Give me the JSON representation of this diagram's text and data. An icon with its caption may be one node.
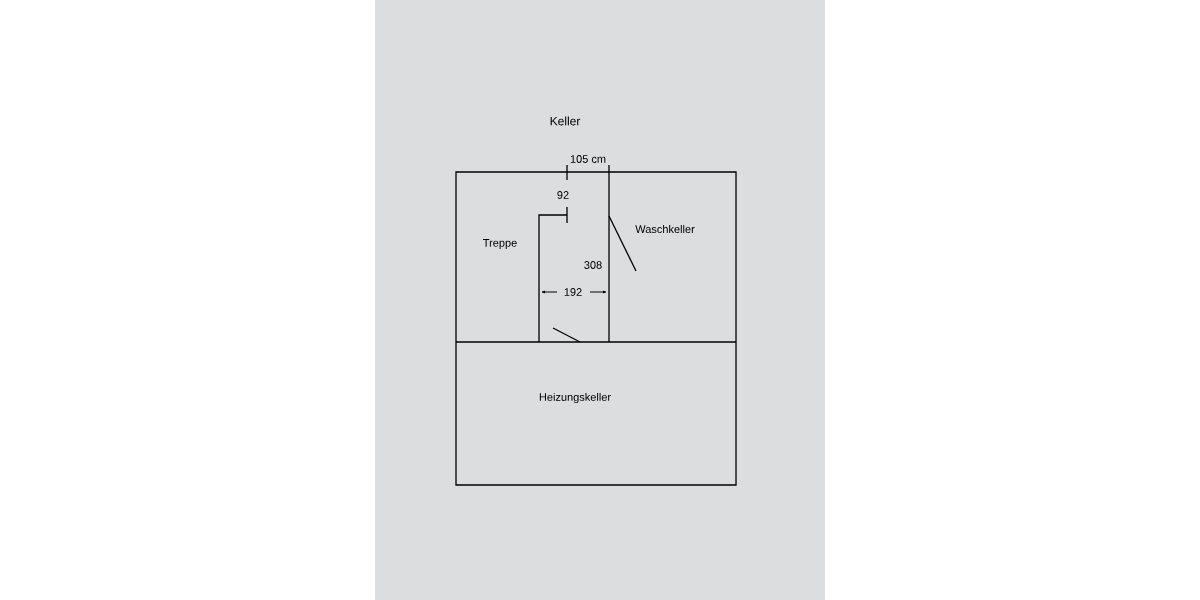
{
  "diagram": {
    "title": "Keller",
    "labels": [
      "105 cm",
      "92",
      "Treppe",
      "Waschkeller",
      "308",
      "192",
      "Heizungskeller"
    ]
  }
}
